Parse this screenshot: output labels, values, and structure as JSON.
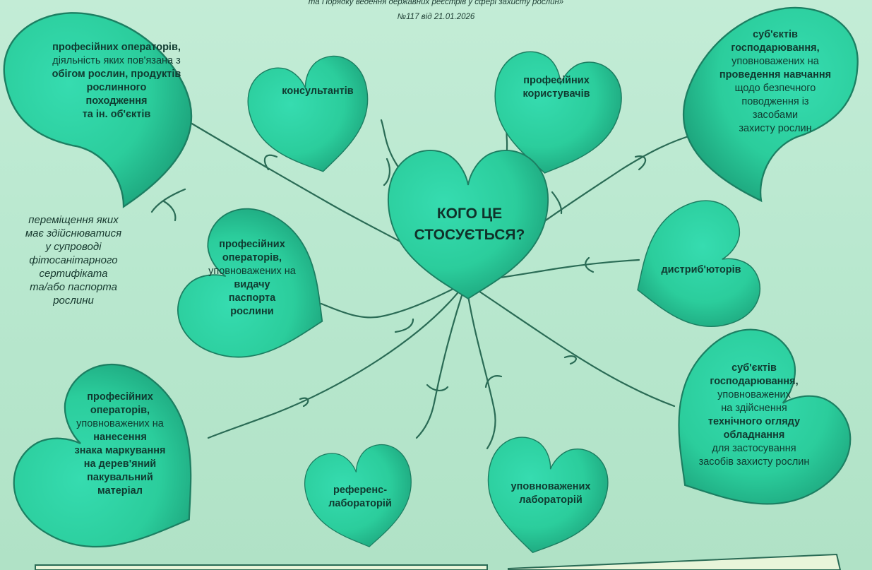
{
  "header": {
    "line1": "та Порядку ведення державних реєстрів у сфері захисту рослин»",
    "line2": "№117 від 21.01.2026"
  },
  "center": {
    "line1": "КОГО ЦЕ",
    "line2": "СТОСУЄТЬСЯ?"
  },
  "side_note": [
    "переміщення яких",
    "має здійснюватися",
    "у супроводі",
    "фітосанітарного",
    "сертифіката",
    "та/або паспорта",
    "рослини"
  ],
  "leaves": {
    "operators_circulation": [
      {
        "t": "професійних операторів,",
        "b": true
      },
      {
        "t": "діяльність яких пов'язана з",
        "b": false
      },
      {
        "t": "обігом рослин, продуктів",
        "b": true
      },
      {
        "t": "рослинного",
        "b": true
      },
      {
        "t": "походження",
        "b": true
      },
      {
        "t": "та ін. об'єктів",
        "b": true
      }
    ],
    "consultants": [
      {
        "t": "консультантів",
        "b": true
      }
    ],
    "professional_users": [
      {
        "t": "професійних",
        "b": true
      },
      {
        "t": "користувачів",
        "b": true
      }
    ],
    "training_entities": [
      {
        "t": "суб'єктів",
        "b": true
      },
      {
        "t": "господарювання,",
        "b": true
      },
      {
        "t": "уповноважених на",
        "b": false
      },
      {
        "t": "проведення навчання",
        "b": true
      },
      {
        "t": "щодо безпечного",
        "b": false
      },
      {
        "t": "поводження із",
        "b": false
      },
      {
        "t": "засобами",
        "b": false
      },
      {
        "t": "захисту рослин",
        "b": false
      }
    ],
    "passport_operators": [
      {
        "t": "професійних",
        "b": true
      },
      {
        "t": "операторів,",
        "b": true
      },
      {
        "t": "уповноважених на",
        "b": false
      },
      {
        "t": "видачу",
        "b": true
      },
      {
        "t": "паспорта",
        "b": true
      },
      {
        "t": "рослини",
        "b": true
      }
    ],
    "distributors": [
      {
        "t": "дистриб'юторів",
        "b": true
      }
    ],
    "inspection_entities": [
      {
        "t": "суб'єктів",
        "b": true
      },
      {
        "t": "господарювання,",
        "b": true
      },
      {
        "t": "уповноважених",
        "b": false
      },
      {
        "t": "на здійснення",
        "b": false
      },
      {
        "t": "технічного огляду",
        "b": true
      },
      {
        "t": "обладнання",
        "b": true
      },
      {
        "t": "для застосування",
        "b": false
      },
      {
        "t": "засобів захисту рослин",
        "b": false
      }
    ],
    "marking_operators": [
      {
        "t": "професійних",
        "b": true
      },
      {
        "t": "операторів,",
        "b": true
      },
      {
        "t": "уповноважених на",
        "b": false
      },
      {
        "t": "нанесення",
        "b": true
      },
      {
        "t": "знака маркування",
        "b": true
      },
      {
        "t": "на дерев'яний",
        "b": true
      },
      {
        "t": "пакувальний",
        "b": true
      },
      {
        "t": "матеріал",
        "b": true
      }
    ],
    "reference_labs": [
      {
        "t": "референс-",
        "b": true
      },
      {
        "t": "лабораторій",
        "b": true
      }
    ],
    "authorized_labs": [
      {
        "t": "уповноважених",
        "b": true
      },
      {
        "t": "лабораторій",
        "b": true
      }
    ]
  },
  "colors": {
    "leaf": "#2ed3a3",
    "leaf_dark": "#1a9f78",
    "vine": "#2a6b55",
    "background": "#bde9d2"
  }
}
